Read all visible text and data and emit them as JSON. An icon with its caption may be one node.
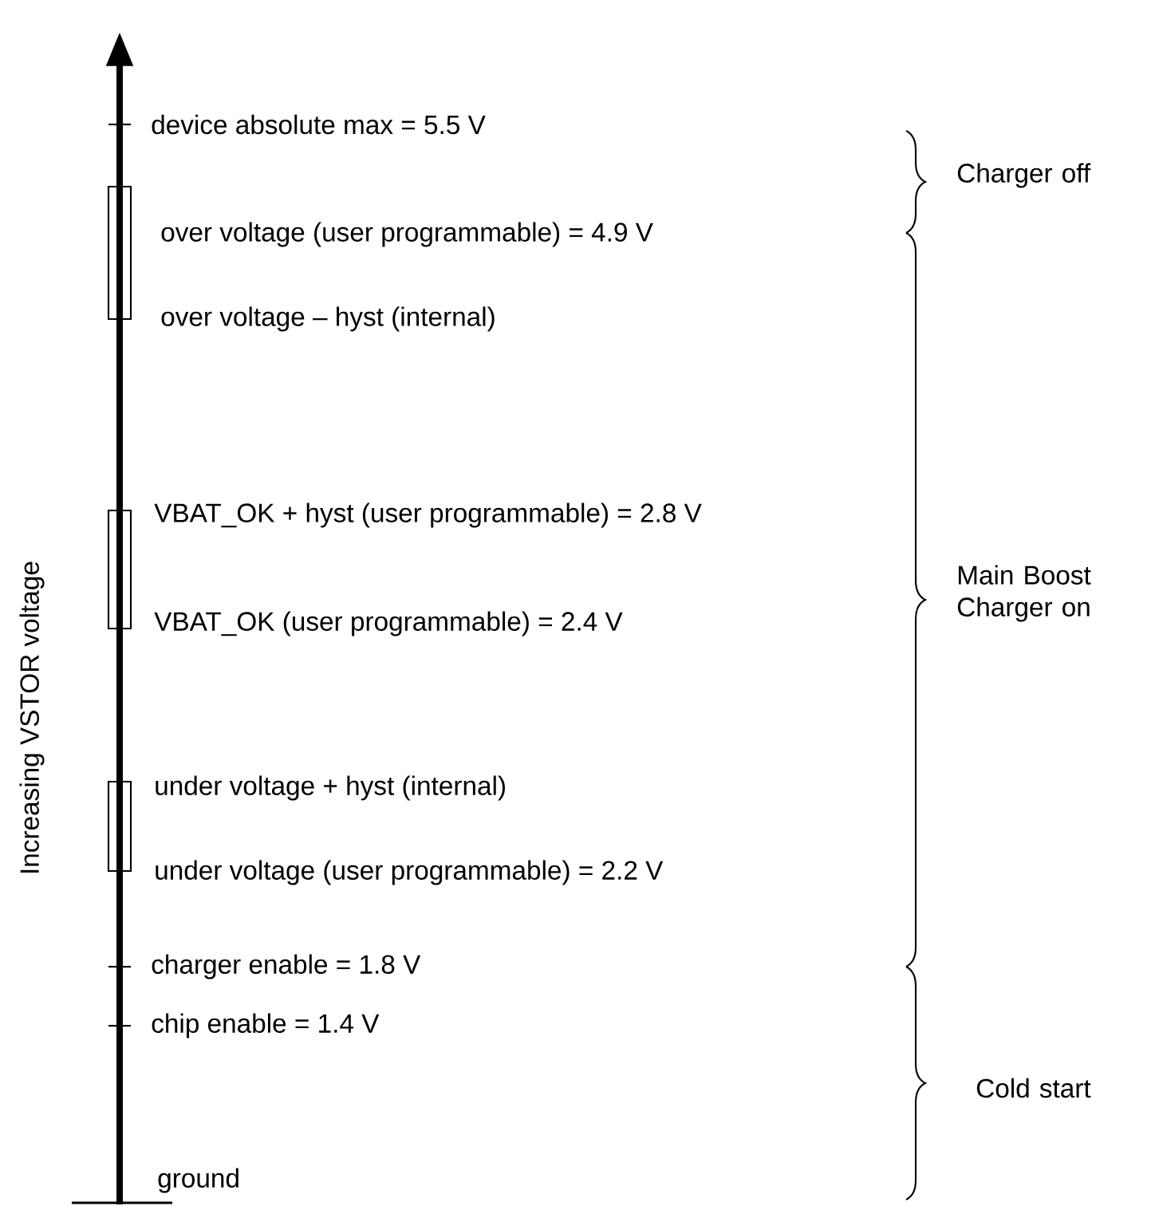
{
  "diagram": {
    "labels": [
      "device absolute max = 5.5 V",
      "over voltage (user programmable) = 4.9 V",
      "over voltage – hyst (internal)",
      "VBAT_OK + hyst (user programmable) = 2.8 V",
      "VBAT_OK (user programmable) = 2.4 V",
      "under voltage + hyst (internal)",
      "under voltage (user programmable) = 2.2 V",
      "charger enable = 1.8 V",
      "chip enable = 1.4 V",
      "ground",
      "Increasing VSTOR voltage",
      "Charger off",
      "Main Boost Charger on",
      "Cold start"
    ]
  }
}
